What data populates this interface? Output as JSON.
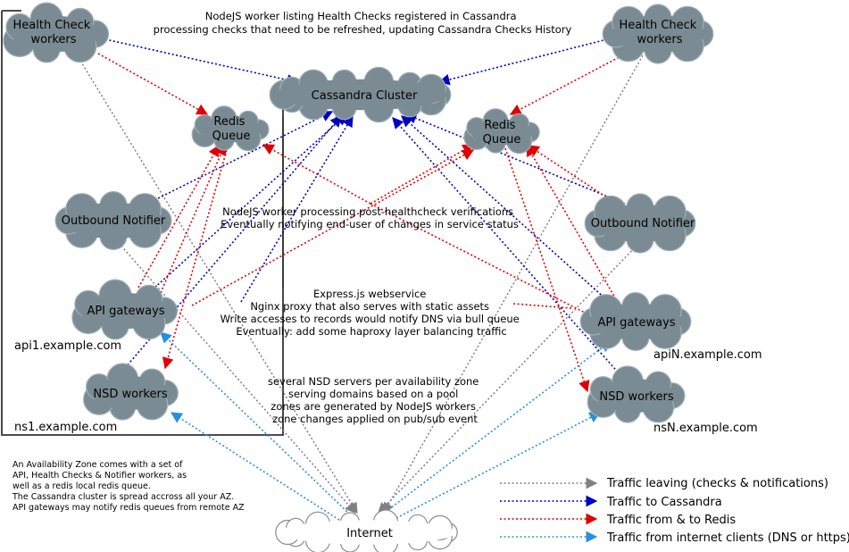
{
  "nodes": {
    "hc_left": {
      "lines": [
        "Health Check",
        "workers"
      ]
    },
    "hc_right": {
      "lines": [
        "Health Check",
        "workers"
      ]
    },
    "cassandra": {
      "lines": [
        "Cassandra Cluster"
      ]
    },
    "redis_left": {
      "lines": [
        "Redis",
        "Queue"
      ]
    },
    "redis_right": {
      "lines": [
        "Redis",
        "Queue"
      ]
    },
    "notifier_left": {
      "lines": [
        "Outbound Notifier"
      ]
    },
    "notifier_right": {
      "lines": [
        "Outbound Notifier"
      ]
    },
    "api_left": {
      "lines": [
        "API gateways"
      ]
    },
    "api_right": {
      "lines": [
        "API gateways"
      ]
    },
    "nsd_left": {
      "lines": [
        "NSD workers"
      ]
    },
    "nsd_right": {
      "lines": [
        "NSD workers"
      ]
    },
    "internet": {
      "lines": [
        "Internet"
      ]
    }
  },
  "hosts": {
    "api1": "api1.example.com",
    "ns1": "ns1.example.com",
    "apiN": "apiN.example.com",
    "nsN": "nsN.example.com"
  },
  "notes": {
    "healthcheck": [
      "NodeJS worker listing Health Checks registered in Cassandra",
      "processing checks that need to be refreshed, updating Cassandra Checks History"
    ],
    "post_healthcheck": [
      "NodeJS worker processing post-healthcheck verifications",
      "Eventually notifying end-user of changes in service status"
    ],
    "webservice": [
      "Express.js webservice",
      "Nginx proxy that also serves with static assets",
      "Write accesses to records would notify DNS via bull queue",
      "Eventually: add some haproxy layer balancing traffic"
    ],
    "nsd": [
      "several NSD servers per availability zone",
      "serving domains based on a pool",
      "zones are generated by NodeJS workers",
      "zone changes applied on pub/sub event"
    ],
    "availability_zone": [
      "An Availability Zone comes with a set of",
      "API, Health Checks & Notifier workers, as",
      "well as a redis local redis queue.",
      "The Cassandra cluster is spread accross all your AZ.",
      "API gateways may notify redis queues from remote AZ"
    ]
  },
  "legend": [
    {
      "label": "Traffic leaving (checks & notifications)",
      "color": "#808080"
    },
    {
      "label": "Traffic to Cassandra",
      "color": "#0000c0"
    },
    {
      "label": "Traffic from & to Redis",
      "color": "#e00000"
    },
    {
      "label": "Traffic from internet clients (DNS or https)",
      "color": "#2a8fe0"
    }
  ],
  "colors": {
    "cloud_fill": "#7a8b93",
    "cloud_stroke": "#9fb0b8",
    "internet_fill": "#ffffff",
    "internet_stroke": "#8c8c8c",
    "zone_border": "#333333"
  }
}
